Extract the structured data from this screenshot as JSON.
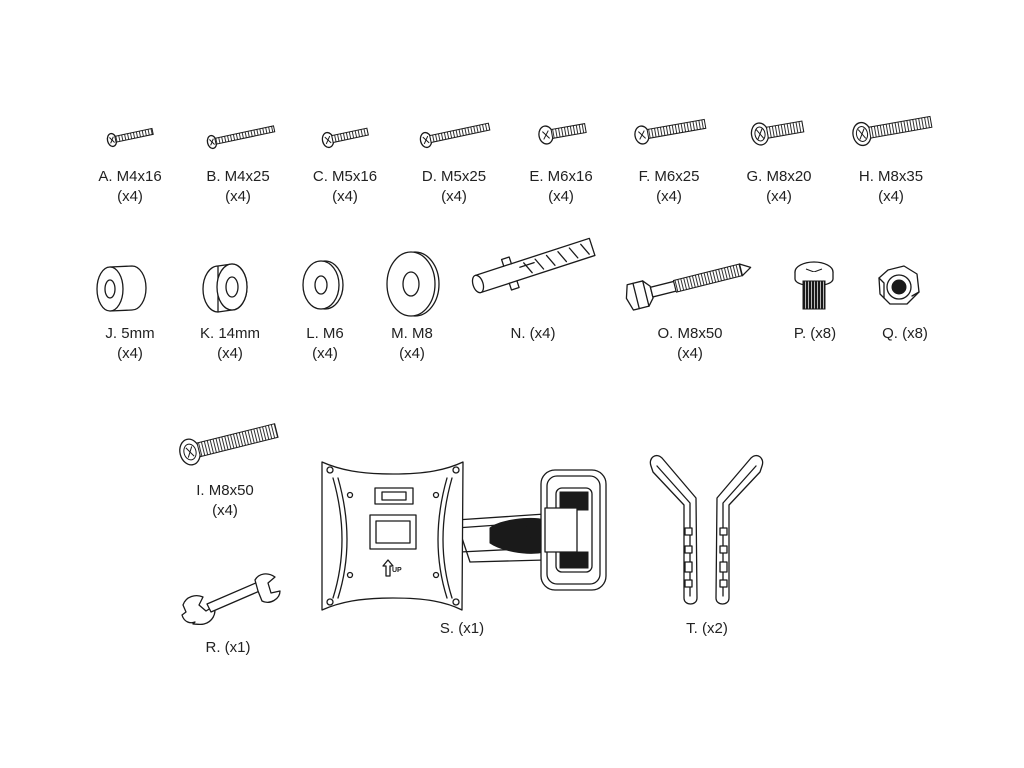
{
  "parts": [
    {
      "id": "A",
      "label": "A. M4x16",
      "qty": "(x4)",
      "icon": "screw-icon"
    },
    {
      "id": "B",
      "label": "B. M4x25",
      "qty": "(x4)",
      "icon": "screw-icon"
    },
    {
      "id": "C",
      "label": "C. M5x16",
      "qty": "(x4)",
      "icon": "screw-icon"
    },
    {
      "id": "D",
      "label": "D. M5x25",
      "qty": "(x4)",
      "icon": "screw-icon"
    },
    {
      "id": "E",
      "label": "E. M6x16",
      "qty": "(x4)",
      "icon": "screw-icon"
    },
    {
      "id": "F",
      "label": "F. M6x25",
      "qty": "(x4)",
      "icon": "screw-icon"
    },
    {
      "id": "G",
      "label": "G. M8x20",
      "qty": "(x4)",
      "icon": "screw-icon"
    },
    {
      "id": "H",
      "label": "H. M8x35",
      "qty": "(x4)",
      "icon": "screw-icon"
    },
    {
      "id": "J",
      "label": "J. 5mm",
      "qty": "(x4)",
      "icon": "spacer-icon"
    },
    {
      "id": "K",
      "label": "K. 14mm",
      "qty": "(x4)",
      "icon": "spacer-icon"
    },
    {
      "id": "L",
      "label": "L. M6",
      "qty": "(x4)",
      "icon": "washer-icon"
    },
    {
      "id": "M",
      "label": "M. M8",
      "qty": "(x4)",
      "icon": "washer-icon"
    },
    {
      "id": "N",
      "label": "N. (x4)",
      "qty": "",
      "icon": "wall-anchor-icon"
    },
    {
      "id": "O",
      "label": "O. M8x50",
      "qty": "(x4)",
      "icon": "lag-bolt-icon"
    },
    {
      "id": "P",
      "label": "P. (x8)",
      "qty": "",
      "icon": "short-bolt-icon"
    },
    {
      "id": "Q",
      "label": "Q. (x8)",
      "qty": "",
      "icon": "hex-nut-icon"
    },
    {
      "id": "I",
      "label": "I. M8x50",
      "qty": "(x4)",
      "icon": "screw-icon"
    },
    {
      "id": "R",
      "label": "R. (x1)",
      "qty": "",
      "icon": "wrench-icon"
    },
    {
      "id": "S",
      "label": "S. (x1)",
      "qty": "",
      "icon": "wall-mount-bracket-icon"
    },
    {
      "id": "T",
      "label": "T. (x2)",
      "qty": "",
      "icon": "bracket-arm-icon"
    }
  ],
  "bracket_mark": "UP"
}
